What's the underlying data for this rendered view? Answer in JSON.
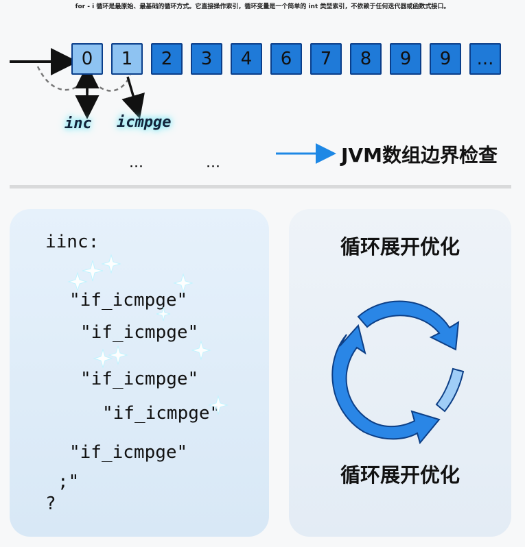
{
  "caption": "for - i 循环是最原始、最基础的循环方式。它直接操作索引，循环变量是一个简单的 int 类型索引，不依赖于任何迭代器或函数式接口。",
  "array_cells": [
    "0",
    "1",
    "2",
    "3",
    "4",
    "6",
    "7",
    "8",
    "9",
    "9",
    "..."
  ],
  "labels": {
    "inc": "inc",
    "icmpge": "icmpge"
  },
  "ellipses": [
    "...",
    "..."
  ],
  "legend": {
    "text": "JVM数组边界检查",
    "arrow_color": "#1e88e5"
  },
  "bytecode": {
    "lines": [
      "iinc:",
      "\"if_icmpge\"",
      "\"if_icmpge\"",
      "\"if_icmpge\"",
      "\"if_icmpge\"",
      "\"if_icmpge\"",
      ";\"",
      "?"
    ]
  },
  "optimization": {
    "title_top": "循环展开优化",
    "title_bottom": "循环展开优化"
  },
  "colors": {
    "cell_dark": "#1f7ad8",
    "cell_light": "#8ec3f2",
    "cycle_arrow": "#2a86e6",
    "glow": "#6be3f2"
  }
}
